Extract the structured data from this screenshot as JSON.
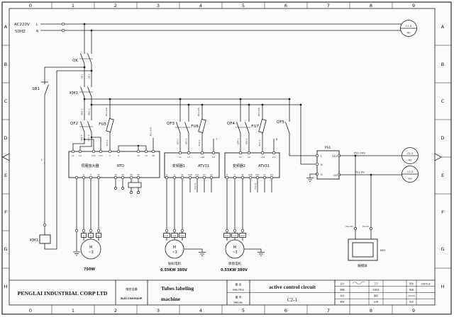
{
  "sheet": {
    "cols": [
      "0",
      "1",
      "2",
      "3",
      "4",
      "5",
      "6",
      "7",
      "8",
      "9"
    ],
    "rows": [
      "A",
      "B",
      "C",
      "D",
      "E",
      "F",
      "G",
      "H"
    ]
  },
  "supply": {
    "voltage": "AC220V",
    "freq": "50HZ",
    "line": "L",
    "neutral": "N"
  },
  "components": {
    "qk": "QK",
    "sb1": "SB1",
    "km1": "KM1",
    "qf2": "QF2",
    "fu5": "FU5",
    "qf3": "QF3",
    "fu6": "FU6",
    "qf4": "QF4",
    "fu7": "FU7",
    "qf5": "QF5",
    "wire1": "1",
    "stub_vfd1": "7",
    "stub_vfd2": "8"
  },
  "wire_labels": {
    "qk1": "QK-1",
    "qk2": "QK-2",
    "km11": "KM1-1",
    "km12": "KM1-2",
    "qf21": "QF2-1",
    "qf22": "QF2-2",
    "fu52": "FU5-2",
    "qf31": "QF3-1",
    "qf32": "QF3-2",
    "fu62": "FU6-2",
    "qf41": "QF4-1",
    "qf42": "QF4-2",
    "fu72": "FU7-2",
    "ps124": "PS1-24V",
    "ps10": "PS1-0V"
  },
  "servo_amp": {
    "name": "伺服放大器",
    "model": "RTD",
    "top_terminals": [
      "L1",
      "L2",
      "L1C",
      "L2C",
      "1",
      "2",
      "13",
      "14",
      "18"
    ],
    "bottom_terminals": [
      "U",
      "V",
      "W",
      "10",
      "24",
      "34",
      "35"
    ]
  },
  "vfd1": {
    "name": "变频器1",
    "model": "ATV31",
    "top_terminals": [
      "L1",
      "L2",
      "+24",
      "LI1"
    ],
    "bottom_terminals": [
      "U",
      "V",
      "W",
      "R1B",
      "R1C",
      "LI3",
      "LI4"
    ]
  },
  "vfd2": {
    "name": "变频器2",
    "model": "ATV31",
    "top_terminals": [
      "L1",
      "L2",
      "+24",
      "LI1"
    ],
    "bottom_terminals": [
      "U",
      "V",
      "W",
      "R1B",
      "R1C",
      "LI3",
      "LI4"
    ]
  },
  "motors": {
    "m1": {
      "symbol": "M",
      "phase": "~3",
      "t1": "U",
      "t2": "V",
      "t3": "W",
      "caption": "750W"
    },
    "m2": {
      "symbol": "M",
      "phase": "~3",
      "t1": "U11",
      "t2": "V11",
      "t3": "W11",
      "name": "贴标电机",
      "rating": "0.55KW 380V"
    },
    "m3": {
      "symbol": "M",
      "phase": "~3",
      "t1": "U12",
      "t2": "V12",
      "t3": "W12",
      "name": "转盘电机",
      "rating": "0.55KW 380V"
    }
  },
  "psu": {
    "label": "PS1",
    "in_l": "L",
    "in_n": "N",
    "in_g": "G",
    "out_24": "24V",
    "out_0": "0V",
    "wire_24": "PS1-24V",
    "wire_0": "PS1-0V"
  },
  "touchscreen": {
    "tag": "M05",
    "caption": "触摸屏",
    "wire_24": "PS1-24V",
    "wire_0": "PS1-0V"
  },
  "connectors": {
    "c15": {
      "id": "C1-5",
      "pin": "A0"
    },
    "c22a": {
      "id": "C2-2",
      "pin": "A0"
    },
    "c22g": {
      "id": "C2-2",
      "pin": "G0"
    }
  },
  "titleblock": {
    "company": "PENGLAI INDUSTRIAL CORP LTD",
    "dept_cn": "电控设备",
    "dept_en": "ELEC.CON.EQUIP.",
    "machine_line1": "Tubes labeling",
    "machine_line2": "machine",
    "dwg_title_cn": "图 名",
    "dwg_title_en": "DWG.TITLE",
    "dwg_no_cn": "图 号",
    "dwg_no_en": "DWG.NO.",
    "title": "active control circuit",
    "number": "C2-1",
    "fields": {
      "design": "设计",
      "draft": "制图",
      "check": "校对",
      "approve": "审定",
      "process": "工艺",
      "standard": "标准化",
      "sheet": "图别",
      "scale": "比例",
      "revision": "更改",
      "quantity": "数量",
      "file_no": "文件号码",
      "signature": "签名",
      "date": "2005.8"
    }
  }
}
